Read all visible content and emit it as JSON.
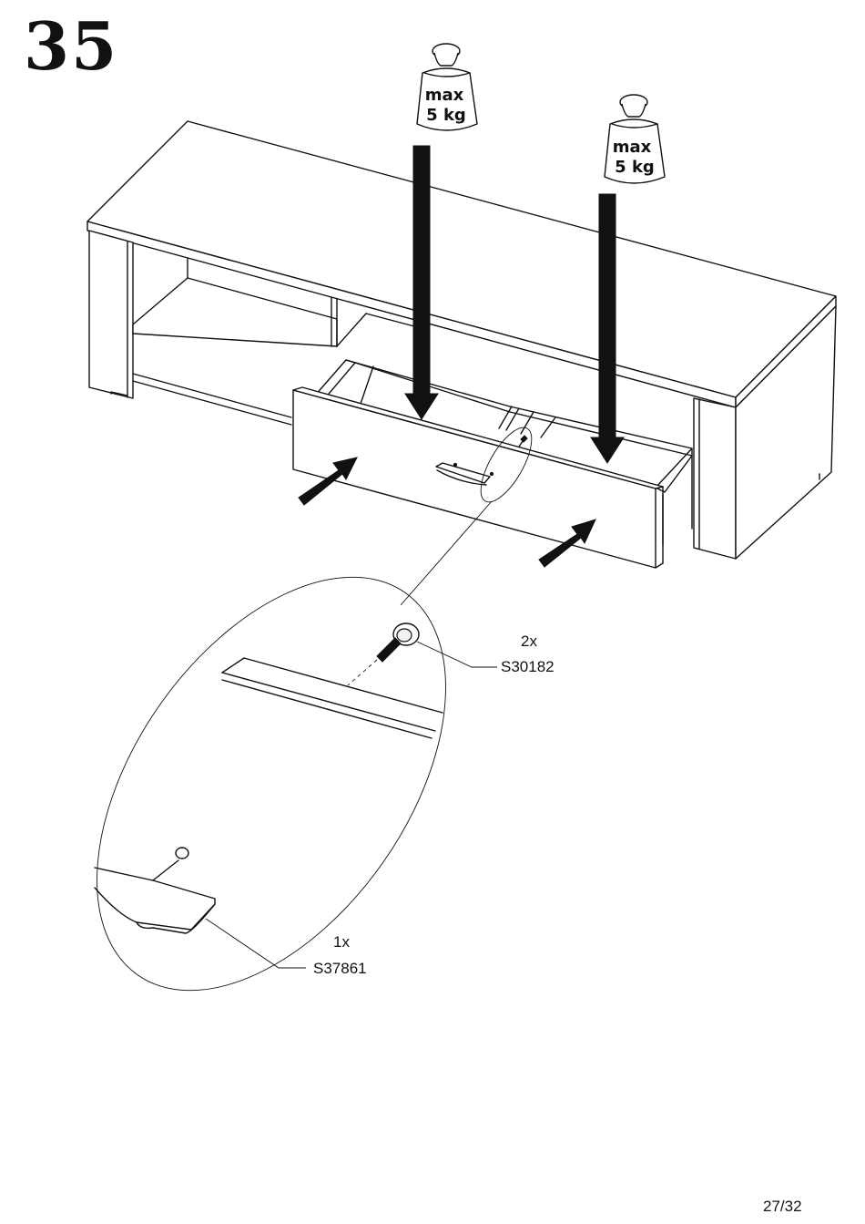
{
  "step": {
    "number": "35"
  },
  "weights": [
    {
      "line1": "max",
      "line2": "5 kg"
    },
    {
      "line1": "max",
      "line2": "5 kg"
    }
  ],
  "parts": [
    {
      "quantity": "2x",
      "code": "S30182"
    },
    {
      "quantity": "1x",
      "code": "S37861"
    }
  ],
  "footer": {
    "page": "27/32"
  }
}
